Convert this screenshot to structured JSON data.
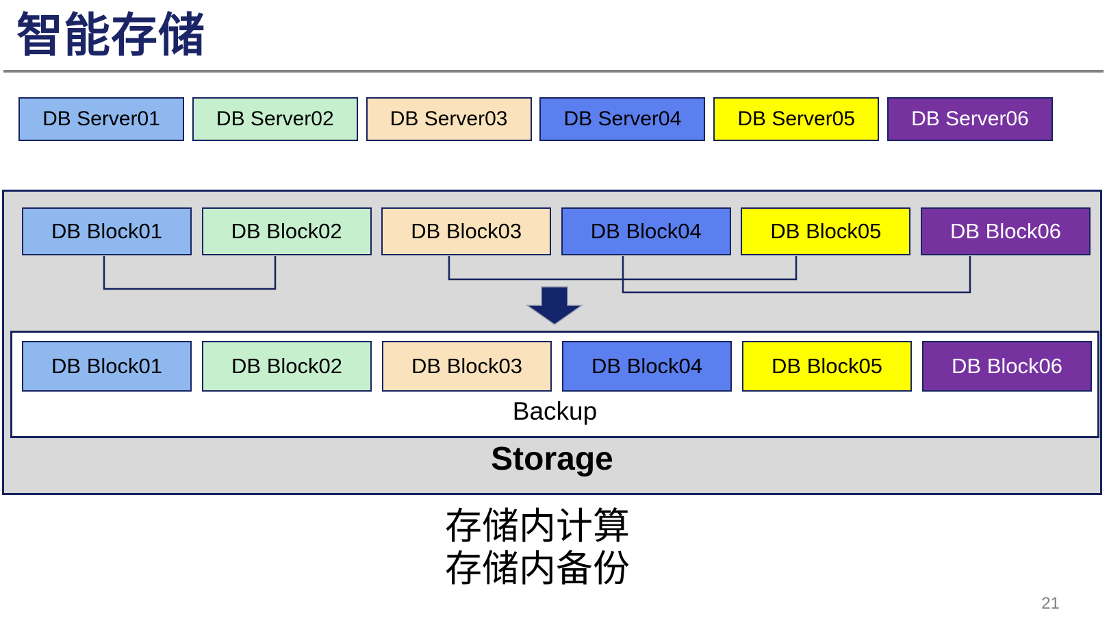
{
  "slide": {
    "title": "智能存储",
    "caption_line1": "存储内计算",
    "caption_line2": "存储内备份",
    "page_number": "21"
  },
  "colors": {
    "title_navy": "#1b2566",
    "border_navy": "#17235f",
    "arrow_navy": "#13246b",
    "panel_gray": "#d9d9d9",
    "rule_gray": "#828282",
    "page_number_gray": "#7f7f7f"
  },
  "servers": [
    {
      "label": "DB Server01",
      "bg": "#8fb8ef",
      "fg": "#000000"
    },
    {
      "label": "DB Server02",
      "bg": "#c6efce",
      "fg": "#000000"
    },
    {
      "label": "DB Server03",
      "bg": "#fae3bc",
      "fg": "#000000"
    },
    {
      "label": "DB Server04",
      "bg": "#5b7fee",
      "fg": "#000000"
    },
    {
      "label": "DB Server05",
      "bg": "#ffff00",
      "fg": "#000000"
    },
    {
      "label": "DB Server06",
      "bg": "#7633a0",
      "fg": "#ffffff"
    }
  ],
  "blocks_top": [
    {
      "label": "DB Block01",
      "bg": "#8fb8ef",
      "fg": "#000000"
    },
    {
      "label": "DB Block02",
      "bg": "#c6efce",
      "fg": "#000000"
    },
    {
      "label": "DB Block03",
      "bg": "#fae3bc",
      "fg": "#000000"
    },
    {
      "label": "DB Block04",
      "bg": "#5b7fee",
      "fg": "#000000"
    },
    {
      "label": "DB Block05",
      "bg": "#ffff00",
      "fg": "#000000"
    },
    {
      "label": "DB Block06",
      "bg": "#7633a0",
      "fg": "#ffffff"
    }
  ],
  "blocks_bottom": [
    {
      "label": "DB Block01",
      "bg": "#8fb8ef",
      "fg": "#000000"
    },
    {
      "label": "DB Block02",
      "bg": "#c6efce",
      "fg": "#000000"
    },
    {
      "label": "DB Block03",
      "bg": "#fae3bc",
      "fg": "#000000"
    },
    {
      "label": "DB Block04",
      "bg": "#5b7fee",
      "fg": "#000000"
    },
    {
      "label": "DB Block05",
      "bg": "#ffff00",
      "fg": "#000000"
    },
    {
      "label": "DB Block06",
      "bg": "#7633a0",
      "fg": "#ffffff"
    }
  ],
  "storage": {
    "backup_label": "Backup",
    "storage_label": "Storage"
  }
}
